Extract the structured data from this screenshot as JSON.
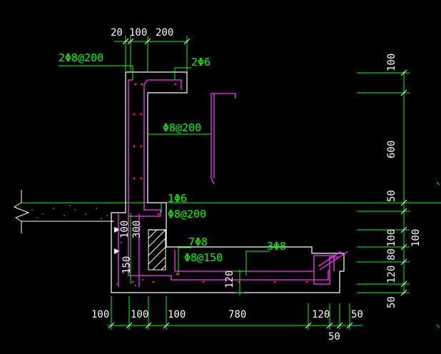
{
  "colors": {
    "background": "#000000",
    "outline": "#ffffff",
    "rebar": "#ff33ff",
    "leader": "#00ff00",
    "dim_text": "#ffffff",
    "section_dots": "#ff2020"
  },
  "top_dims": [
    "20",
    "100",
    "200"
  ],
  "bottom_dims": [
    "100",
    "100",
    "100",
    "780",
    "120",
    "50"
  ],
  "bottom_dim_extra": "50",
  "right_dims_outer": [
    "100",
    "600",
    "50",
    "100",
    "80",
    "120",
    "50"
  ],
  "right_dim_side": "100",
  "small_dims": {
    "wall_100": "100",
    "wall_300": "300",
    "wall_150": "150",
    "slab_120": "120"
  },
  "labels": {
    "top_rebar_left": "2Φ8@200",
    "top_rebar_right": "2Φ6",
    "wall_rebar": "Φ8@200",
    "bar_1phi6": "1Φ6",
    "bar_phi8_200": "Φ8@200",
    "bottom_7phi8": "7Φ8",
    "bottom_phi8_150": "Φ8@150",
    "bar_3phi8": "3Φ8"
  }
}
